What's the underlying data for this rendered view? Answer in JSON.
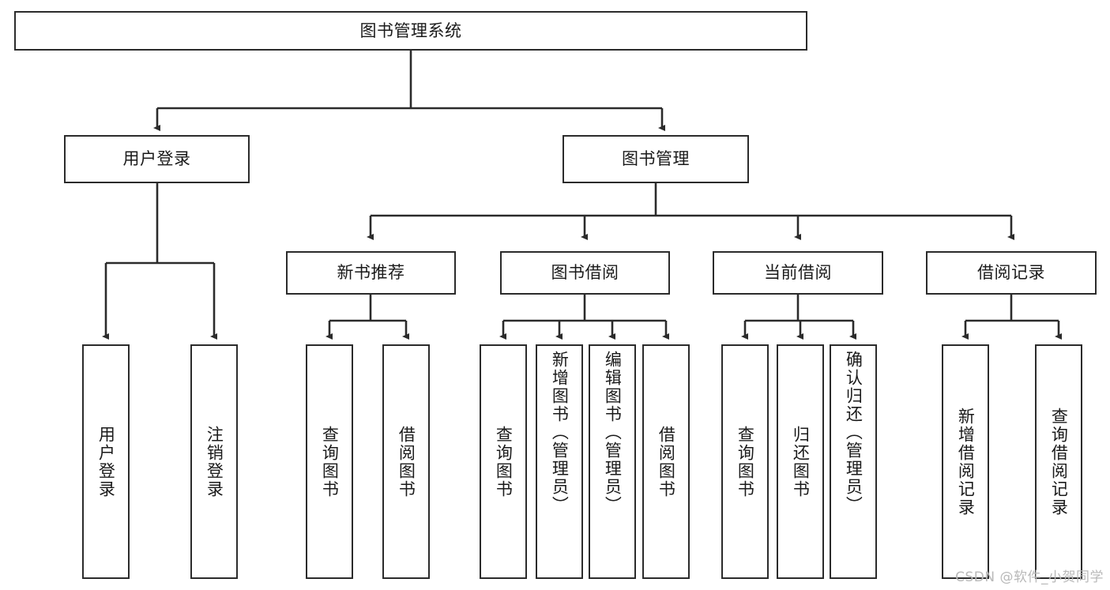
{
  "diagram": {
    "type": "tree",
    "title": "图书管理系统",
    "watermark": "CSDN @软件_小贺同学",
    "colors": {
      "box_stroke": "#2b2b2b",
      "box_fill": "#ffffff",
      "connector": "#2b2b2b",
      "text": "#1a1a1a",
      "watermark": "#b9b9b9"
    },
    "nodes": {
      "root": {
        "label": "图书管理系统",
        "level": 1,
        "orientation": "horizontal"
      },
      "l2": [
        {
          "id": "user-login",
          "label": "用户登录",
          "level": 2,
          "orientation": "horizontal"
        },
        {
          "id": "book-manage",
          "label": "图书管理",
          "level": 2,
          "orientation": "horizontal"
        }
      ],
      "l3": [
        {
          "id": "new-book-rec",
          "label": "新书推荐",
          "level": 3,
          "orientation": "horizontal"
        },
        {
          "id": "book-borrow",
          "label": "图书借阅",
          "level": 3,
          "orientation": "horizontal"
        },
        {
          "id": "current-borrow",
          "label": "当前借阅",
          "level": 3,
          "orientation": "horizontal"
        },
        {
          "id": "borrow-record",
          "label": "借阅记录",
          "level": 3,
          "orientation": "horizontal"
        }
      ],
      "leaves": [
        {
          "id": "leaf-user-login",
          "label": "用户登录",
          "parent": "user-login",
          "orientation": "vertical",
          "align": "middle"
        },
        {
          "id": "leaf-logout",
          "label": "注销登录",
          "parent": "user-login",
          "orientation": "vertical",
          "align": "middle"
        },
        {
          "id": "leaf-query-book-1",
          "label": "查询图书",
          "parent": "new-book-rec",
          "orientation": "vertical",
          "align": "middle"
        },
        {
          "id": "leaf-borrow-book-1",
          "label": "借阅图书",
          "parent": "new-book-rec",
          "orientation": "vertical",
          "align": "middle"
        },
        {
          "id": "leaf-query-book-2",
          "label": "查询图书",
          "parent": "book-borrow",
          "orientation": "vertical",
          "align": "middle"
        },
        {
          "id": "leaf-add-book",
          "label": "新增图书（管理员）",
          "parent": "book-borrow",
          "orientation": "vertical",
          "align": "top"
        },
        {
          "id": "leaf-edit-book",
          "label": "编辑图书（管理员）",
          "parent": "book-borrow",
          "orientation": "vertical",
          "align": "top"
        },
        {
          "id": "leaf-borrow-book-2",
          "label": "借阅图书",
          "parent": "book-borrow",
          "orientation": "vertical",
          "align": "middle"
        },
        {
          "id": "leaf-query-book-3",
          "label": "查询图书",
          "parent": "current-borrow",
          "orientation": "vertical",
          "align": "middle"
        },
        {
          "id": "leaf-return-book",
          "label": "归还图书",
          "parent": "current-borrow",
          "orientation": "vertical",
          "align": "middle"
        },
        {
          "id": "leaf-confirm-return",
          "label": "确认归还（管理员）",
          "parent": "current-borrow",
          "orientation": "vertical",
          "align": "top"
        },
        {
          "id": "leaf-add-record",
          "label": "新增借阅记录",
          "parent": "borrow-record",
          "orientation": "vertical",
          "align": "middle"
        },
        {
          "id": "leaf-query-record",
          "label": "查询借阅记录",
          "parent": "borrow-record",
          "orientation": "vertical",
          "align": "middle"
        }
      ]
    }
  }
}
